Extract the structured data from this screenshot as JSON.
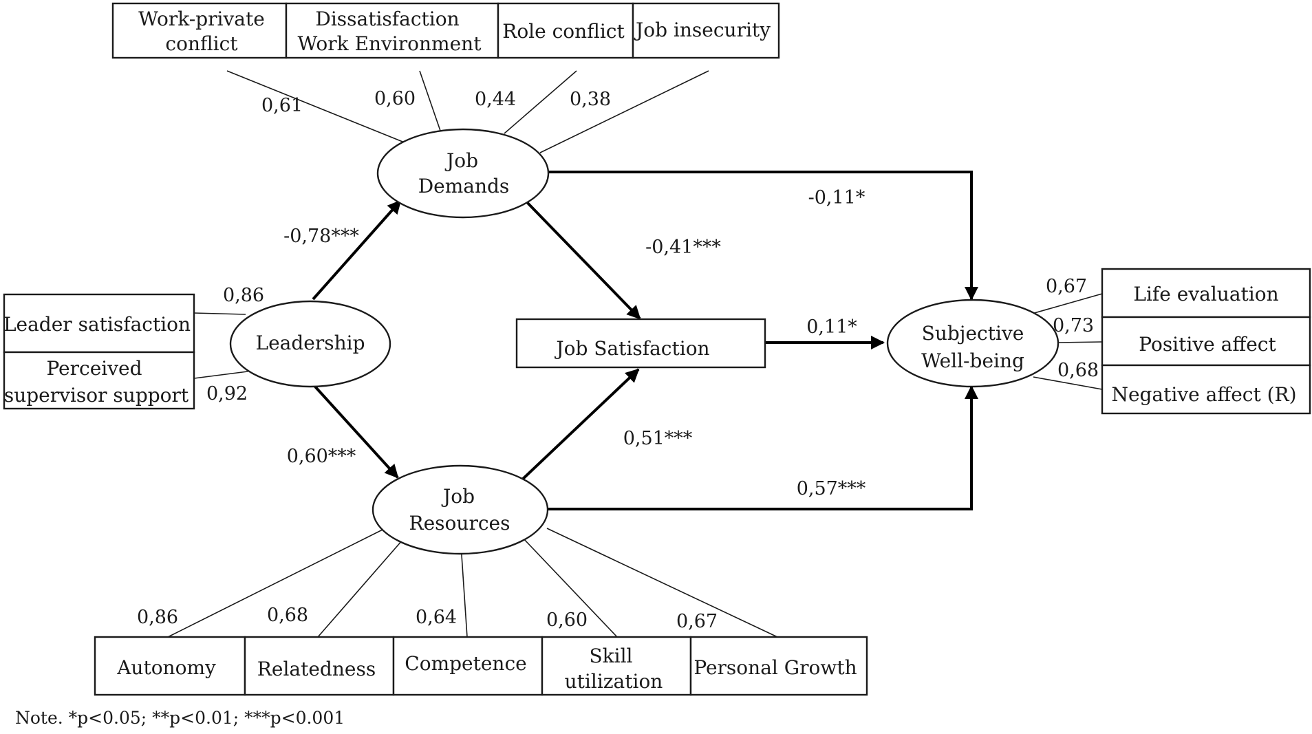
{
  "indicators": {
    "demands": [
      "Work-private conflict",
      "Dissatisfaction Work Environment",
      "Role conflict",
      "Job insecurity"
    ],
    "leadership": [
      "Leader satisfaction",
      "Perceived supervisor support"
    ],
    "resources": [
      "Autonomy",
      "Relatedness",
      "Competence",
      "Skill utilization",
      "Personal Growth"
    ],
    "wellbeing": [
      "Life evaluation",
      "Positive affect",
      "Negative affect (R)"
    ]
  },
  "latents": {
    "job_demands": "Job Demands",
    "leadership": "Leadership",
    "job_resources": "Job Resources",
    "subjective_wellbeing": "Subjective Well-being"
  },
  "observed": {
    "job_satisfaction": "Job Satisfaction"
  },
  "loadings": {
    "demands": [
      "0,61",
      "0,60",
      "0,44",
      "0,38"
    ],
    "leadership": [
      "0,86",
      "0,92"
    ],
    "resources": [
      "0,86",
      "0,68",
      "0,64",
      "0,60",
      "0,67"
    ],
    "wellbeing": [
      "0,67",
      "0,73",
      "0,68"
    ]
  },
  "paths": {
    "leadership_to_demands": "-0,78***",
    "leadership_to_resources": "0,60***",
    "demands_to_satisfaction": "-0,41***",
    "resources_to_satisfaction": "0,51***",
    "demands_to_wellbeing": "-0,11*",
    "satisfaction_to_wellbeing": "0,11*",
    "resources_to_wellbeing": "0,57***"
  },
  "note": "Note. *p<0.05; **p<0.01; ***p<0.001"
}
